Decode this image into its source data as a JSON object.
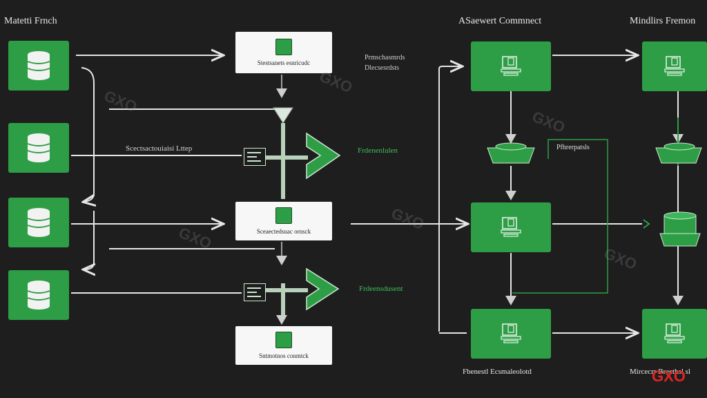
{
  "columns": {
    "left_title": "Matetti Frnch",
    "middle_title": "ASaewert Commnect",
    "right_title": "Mindlirs Fremon"
  },
  "process_boxes": [
    {
      "label": "Stestsanets esnricudc"
    },
    {
      "label": "Sceaectedsuac ornsck"
    },
    {
      "label": "Sntmotnos conmtck"
    }
  ],
  "side_labels": {
    "note_top": [
      "Prmschasmrds",
      "Dlecsesrdsts"
    ],
    "flow_label_1": "Scectsactouiaisi Lttep",
    "green_label_1": "Frdenenlulen",
    "green_label_2": "Frdeensdusent",
    "outline_label": "Pfhrerpatsls"
  },
  "bottom_labels": {
    "middle": "Fbenestl Ecsmaleolotd",
    "right": "Mircecrr Brecthsl sl"
  },
  "watermark_text": "GXO",
  "brand_text": "GXO",
  "colors": {
    "background": "#1e1e1e",
    "accent_green": "#2e9e46",
    "brand_red": "#e02424"
  }
}
